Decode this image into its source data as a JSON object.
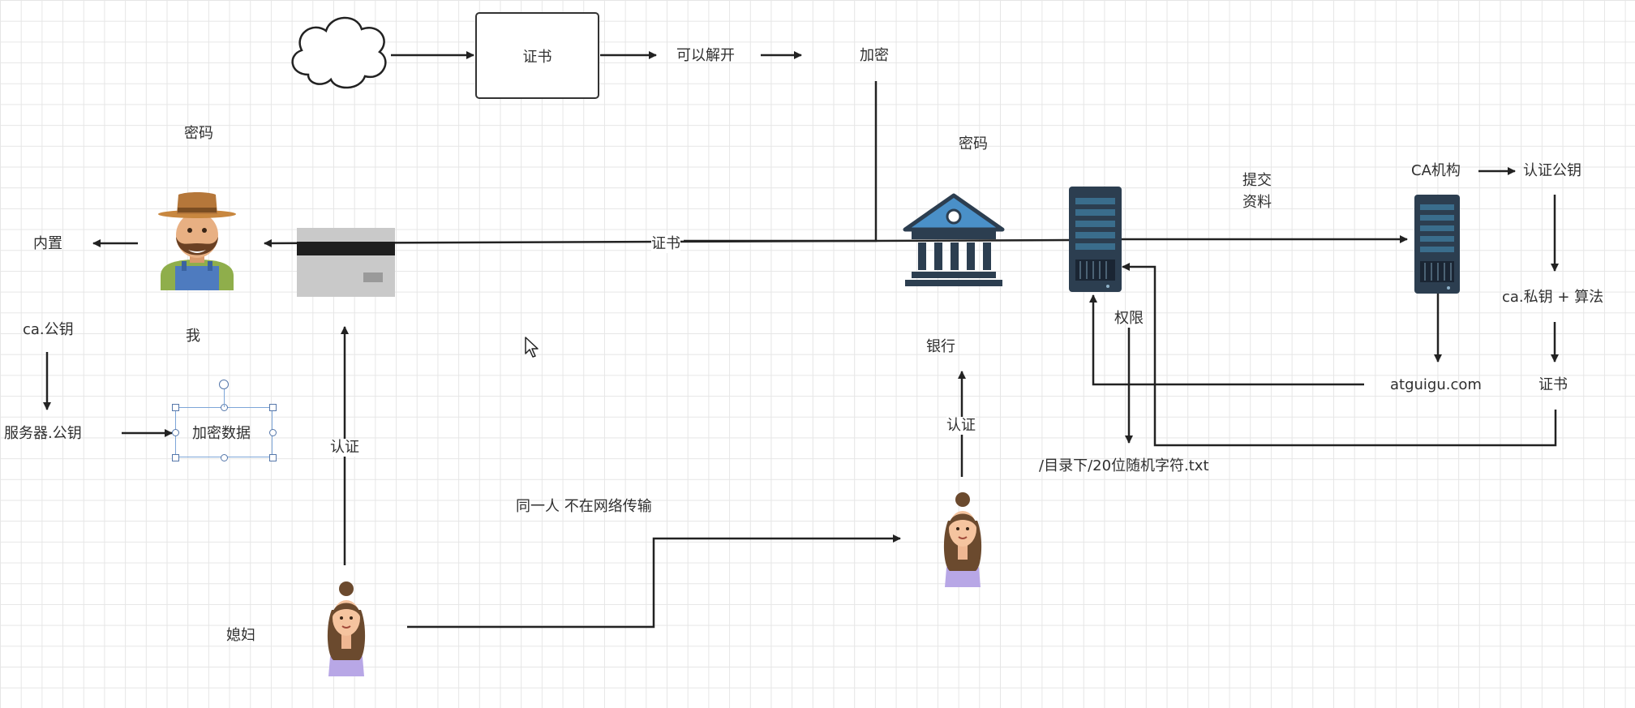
{
  "labels": {
    "cert_box": "证书",
    "can_decrypt": "可以解开",
    "encrypt": "加密",
    "password_left": "密码",
    "password_bank": "密码",
    "builtin": "内置",
    "cert_mid": "证书",
    "submit_info_1": "提交",
    "submit_info_2": "资料",
    "ca_org": "CA机构",
    "verify_pubkey": "认证公钥",
    "ca_pubkey": "ca.公钥",
    "me": "我",
    "bank": "银行",
    "permission": "权限",
    "ca_privkey_algo": "ca.私钥 + 算法",
    "server_pubkey": "服务器.公钥",
    "encrypted_data": "加密数据",
    "auth_left": "认证",
    "auth_right": "认证",
    "domain": "atguigu.com",
    "cert_right": "证书",
    "dir_file": "/目录下/20位随机字符.txt",
    "same_person": "同一人 不在网络传输",
    "wife": "媳妇"
  },
  "icons": [
    "cloud-icon",
    "farmer-avatar-icon",
    "bank-card-icon",
    "bank-building-icon",
    "server-icon",
    "woman-avatar-icon",
    "mouse-cursor-icon"
  ],
  "colors": {
    "line": "#222222",
    "grid": "#e6e6e6",
    "server_body": "#2c3e50",
    "server_screen": "#3a6d8c",
    "bank_roof": "#4a90c8",
    "selection": "#7da6d8"
  }
}
